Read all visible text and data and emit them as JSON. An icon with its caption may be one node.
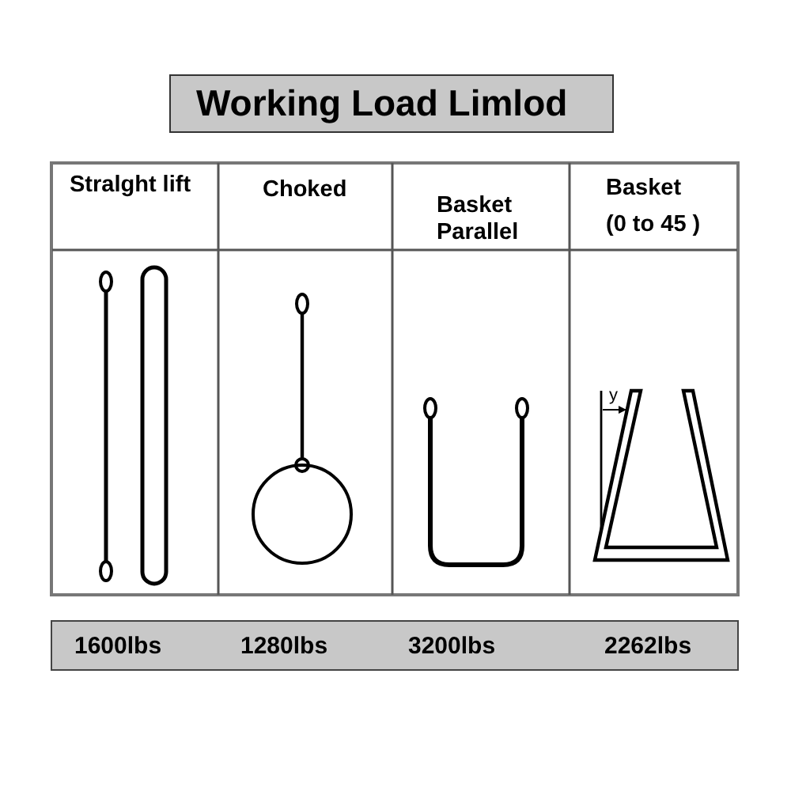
{
  "diagram": {
    "title": "Working Load Limlod",
    "labels": [
      "Stralght lift",
      "Choked",
      "Basket Parallel",
      "Basket",
      "(0 to 45 )",
      "y",
      "1600lbs",
      "1280lbs",
      "3200lbs",
      "2262lbs"
    ]
  }
}
